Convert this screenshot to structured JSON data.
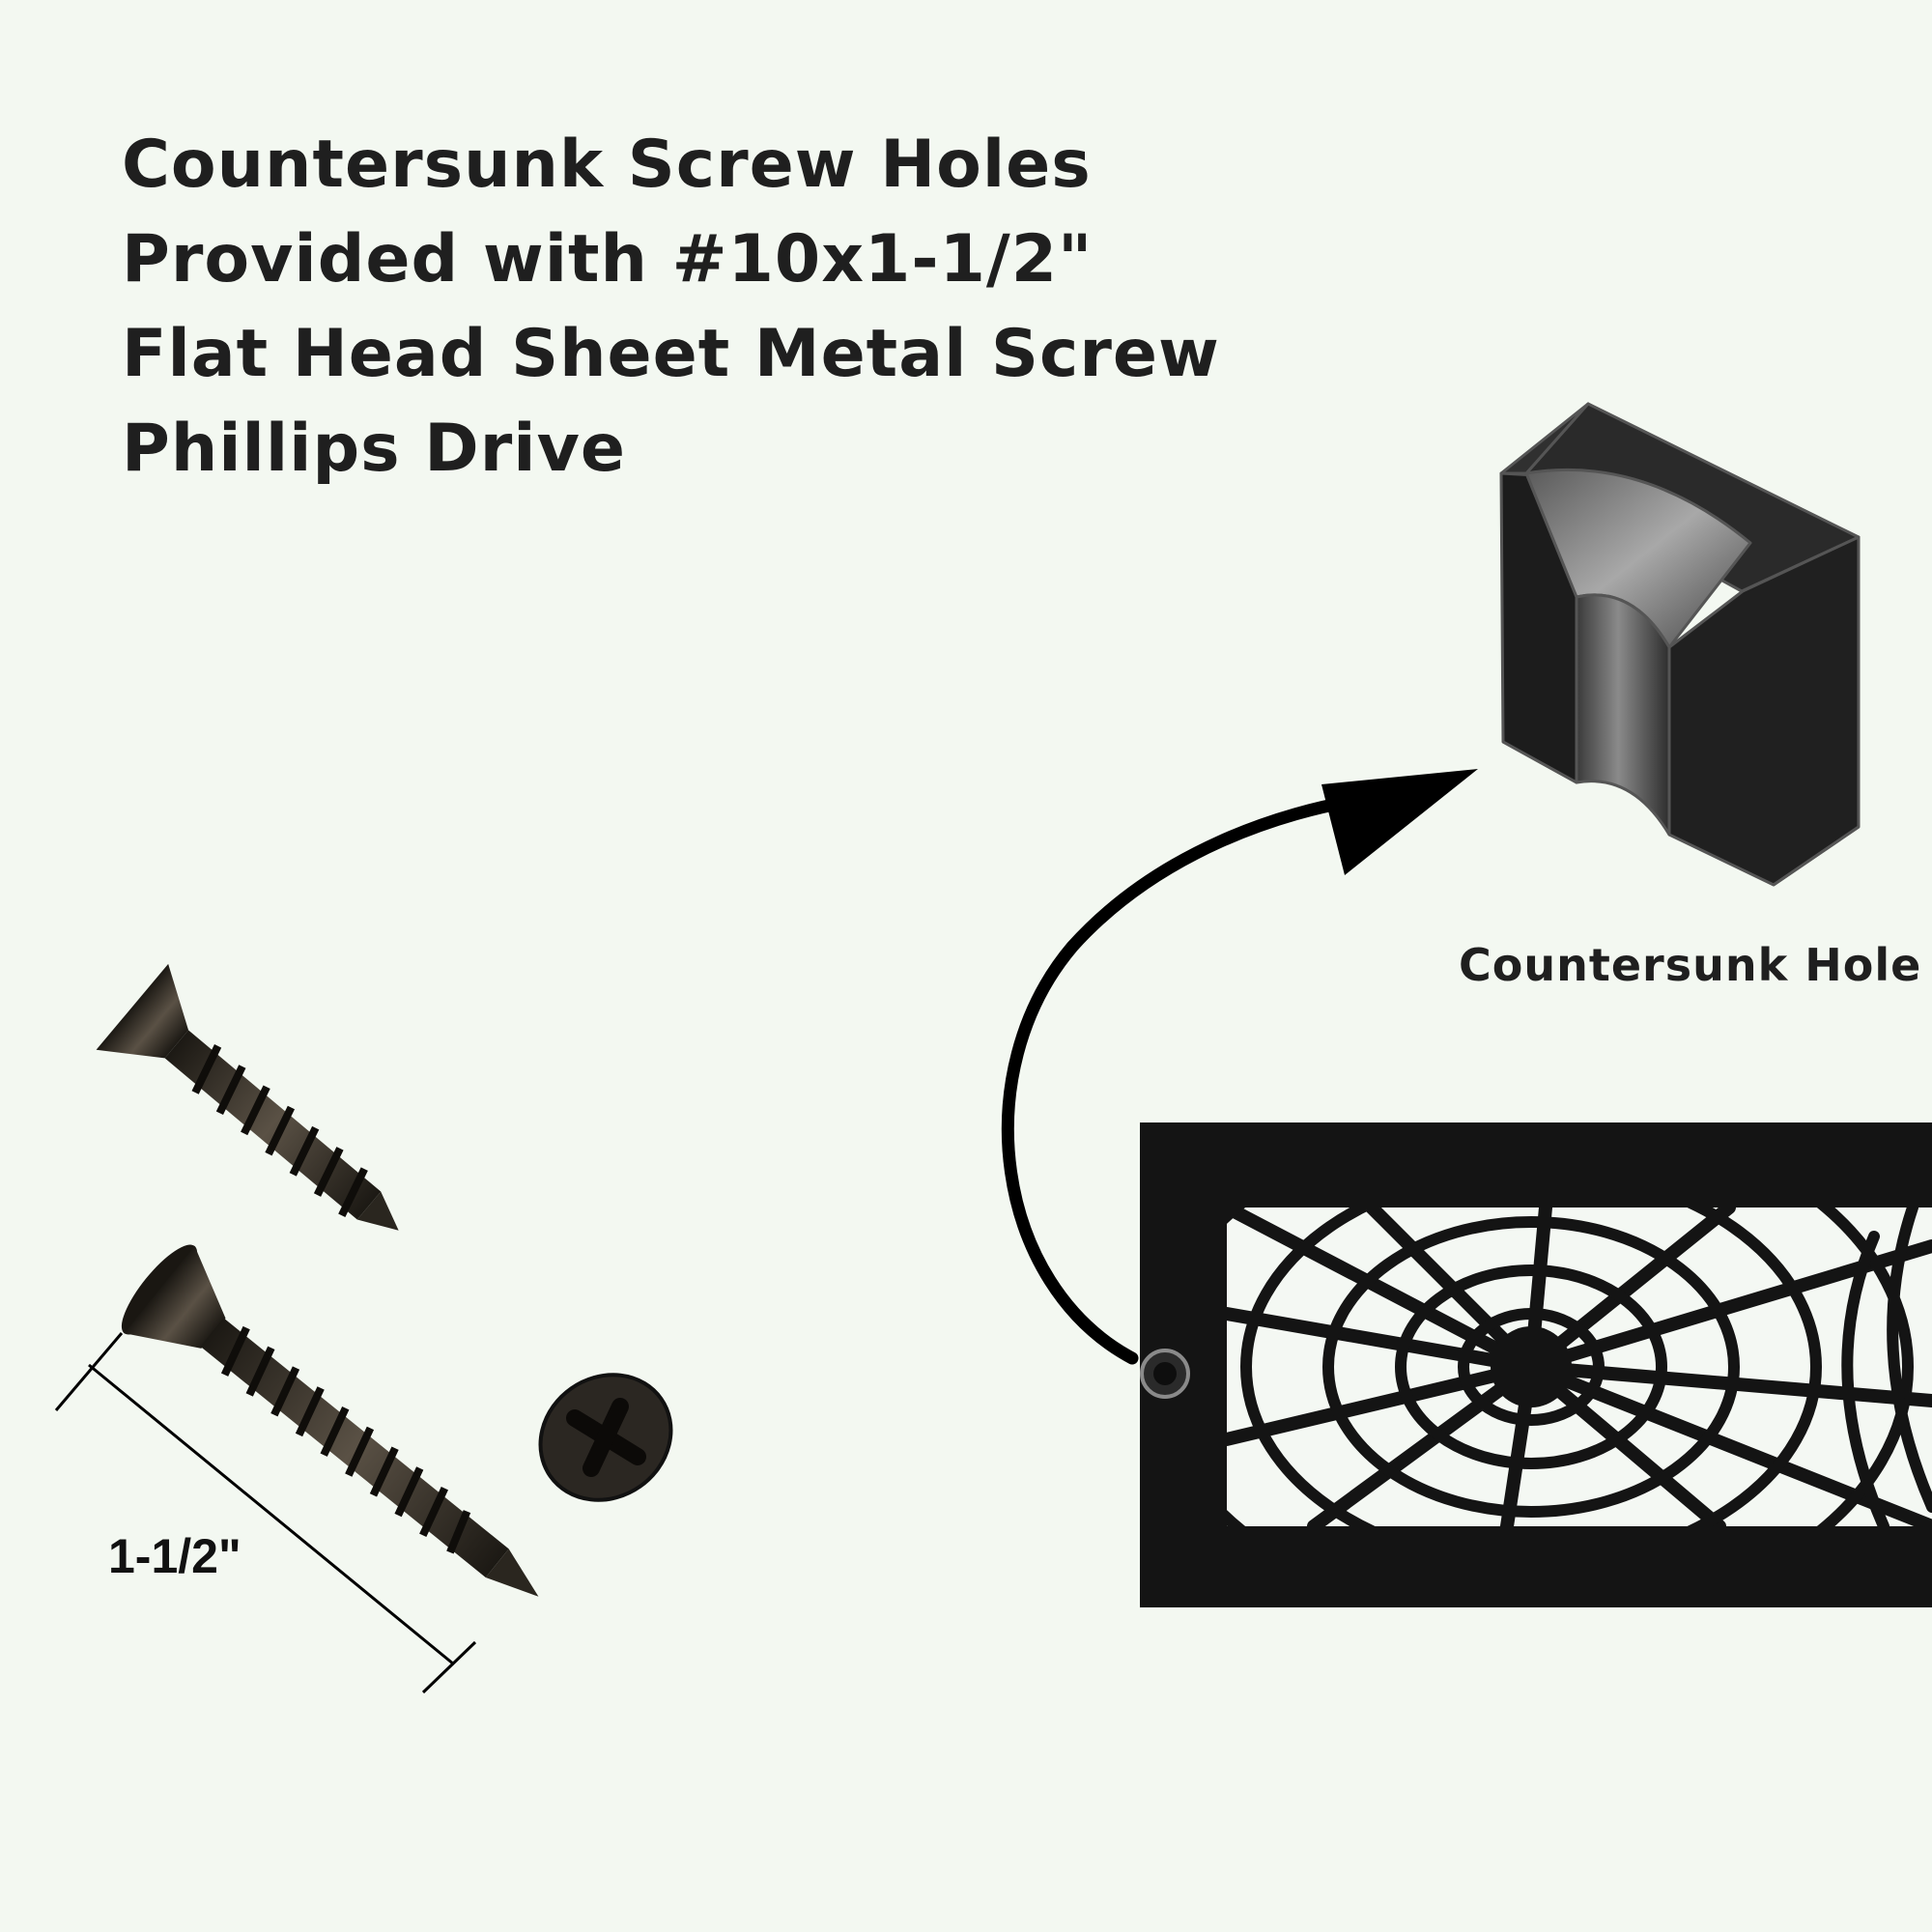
{
  "headline": {
    "line1": "Countersunk Screw Holes",
    "line2": "Provided with #10x1-1/2\"",
    "line3": "Flat Head Sheet Metal Screw",
    "line4": "Phillips Drive"
  },
  "countersunk_caption": "Countersunk Hole",
  "screw_length_label": "1-1/2\"",
  "colors": {
    "background": "#f3f8f1",
    "text": "#1f1f1f",
    "metal_dark": "#1a1a1a",
    "screw_bronze": "#2e2a24"
  },
  "icons": {
    "countersunk_block": "countersunk-hole-icon",
    "arrow": "curved-arrow-icon",
    "grille": "spiderweb-vent-grille",
    "screws": "flat-head-screw-icon"
  }
}
